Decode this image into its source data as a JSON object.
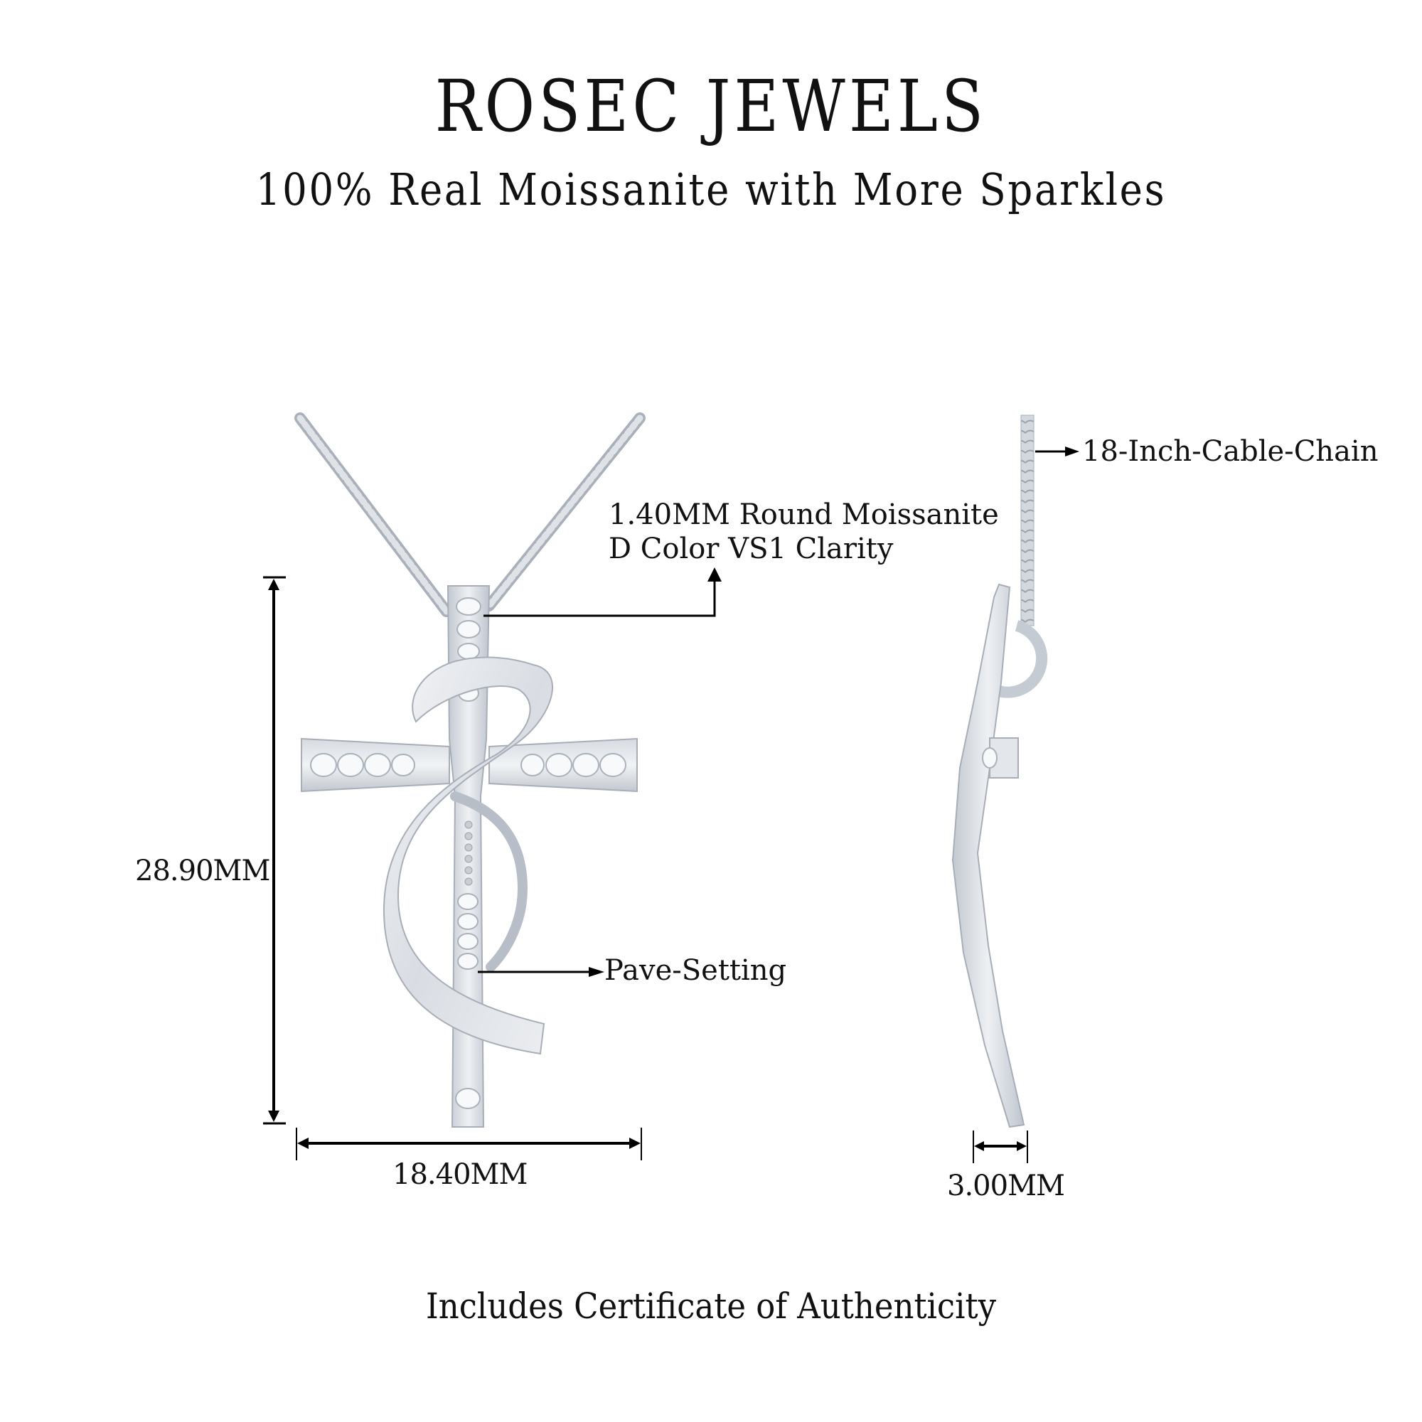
{
  "header": {
    "brand_title": "ROSEC JEWELS",
    "subtitle": "100% Real Moissanite with More Sparkles"
  },
  "callouts": {
    "stone_line_1": "1.40MM Round Moissanite",
    "stone_line_2": "D Color VS1 Clarity",
    "setting": "Pave-Setting",
    "chain": "18-Inch-Cable-Chain"
  },
  "dimensions": {
    "height": "28.90MM",
    "width": "18.40MM",
    "depth": "3.00MM"
  },
  "footer": {
    "note": "Includes Certificate of Authenticity"
  },
  "colors": {
    "background": "#ffffff",
    "text": "#111111",
    "metal_light": "#eef0f3",
    "metal_mid": "#cfd4db",
    "metal_dark": "#9aa2ad",
    "stone": "#f7f9fb"
  }
}
